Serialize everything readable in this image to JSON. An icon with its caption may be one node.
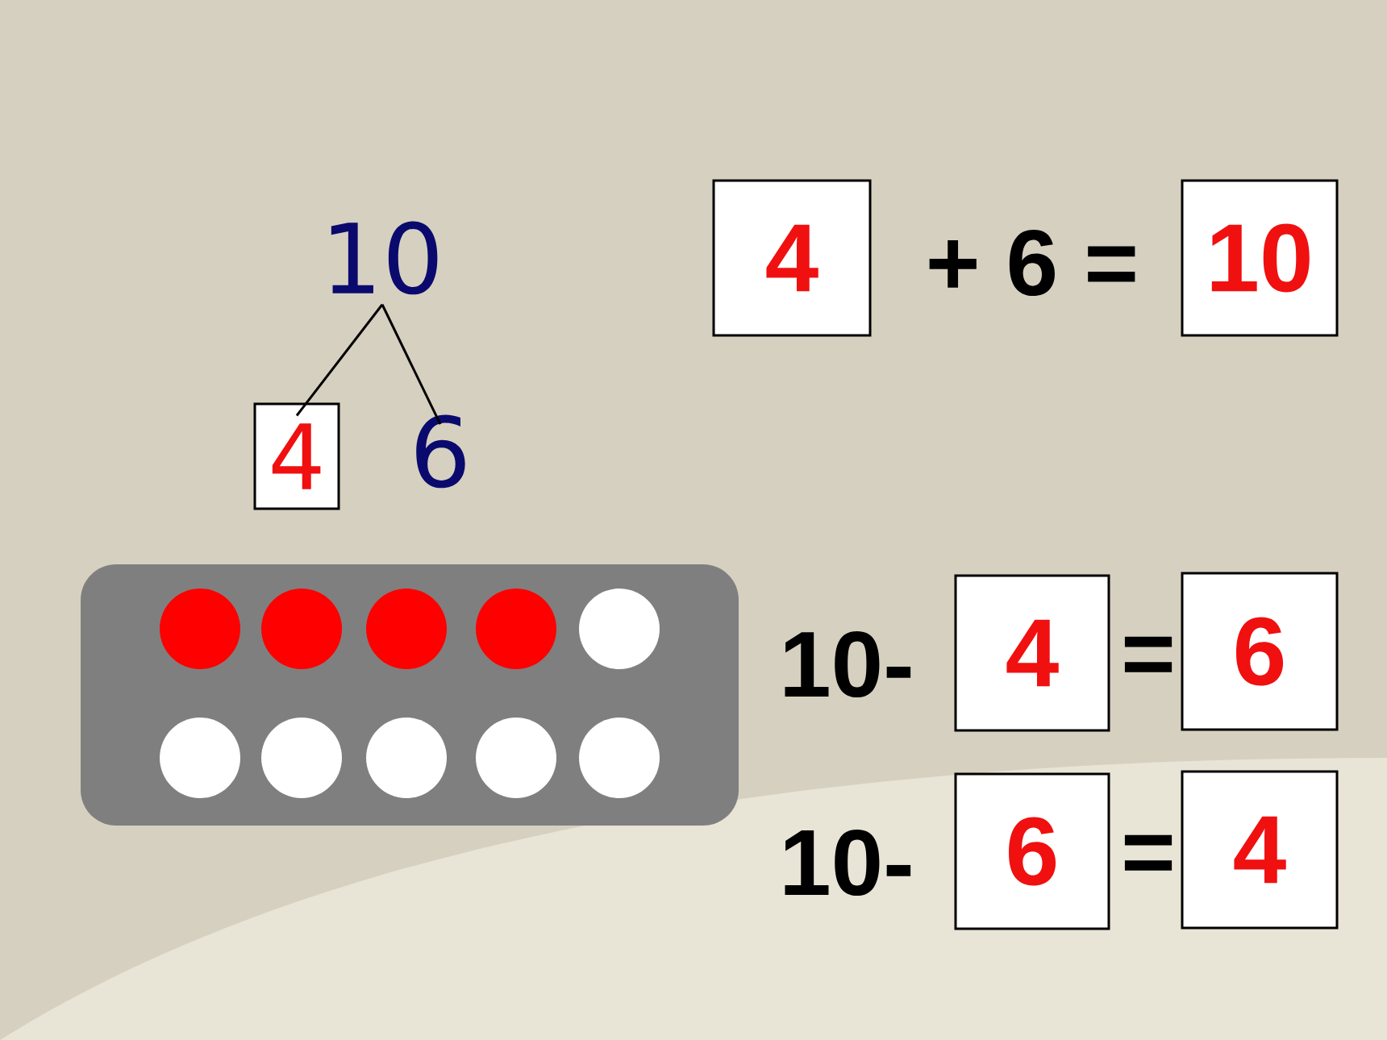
{
  "diagram": {
    "nodes": [
      {
        "text": [
          "10"
        ]
      },
      {
        "text": [
          "4"
        ]
      },
      {
        "text": [
          "6"
        ]
      },
      {
        "text": [
          "4"
        ]
      },
      {
        "text": [
          "10"
        ]
      },
      {
        "text": [
          "4"
        ]
      },
      {
        "text": [
          "6"
        ]
      },
      {
        "text": [
          "6"
        ]
      },
      {
        "text": [
          "4"
        ]
      }
    ],
    "edges": [
      {
        "from": 0,
        "to": 1,
        "arrow": "none"
      },
      {
        "from": 0,
        "to": 2,
        "arrow": "none"
      }
    ],
    "labels": [
      "+ 6 =",
      "10-",
      "=",
      "10-",
      "="
    ]
  }
}
